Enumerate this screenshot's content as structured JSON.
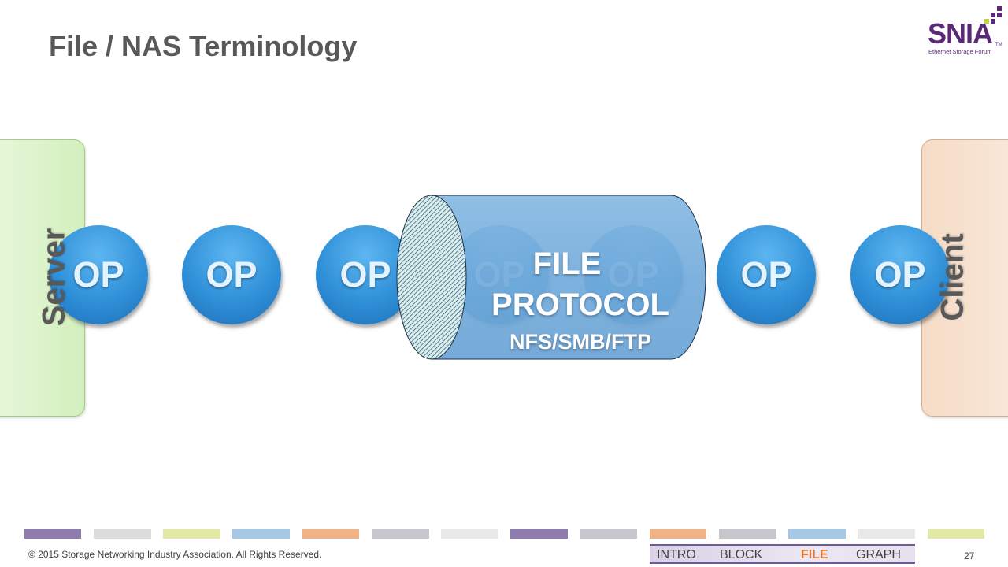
{
  "slide": {
    "title": "File / NAS Terminology",
    "server_label": "Server",
    "client_label": "Client",
    "op_label": "OP",
    "protocol": {
      "line1": "FILE",
      "line2": "PROTOCOL",
      "line3": "NFS/SMB/FTP"
    }
  },
  "logo": {
    "text": "SNIA",
    "tm": "TM",
    "subtitle": "Ethernet Storage Forum"
  },
  "footer": {
    "copyright": "© 2015 Storage Networking Industry Association. All Rights Reserved.",
    "page": "27",
    "nav": [
      "INTRO",
      "BLOCK",
      "FILE",
      "GRAPH"
    ],
    "active_nav": "FILE",
    "bar_colors": [
      "#8e7cae",
      "#dcdcdc",
      "#e2e9a5",
      "#a7c7e7",
      "#f0b386",
      "#c6c6cc",
      "#e9e9e9",
      "#8e7cae",
      "#c6c6cc",
      "#f0b386",
      "#c6c6cc",
      "#a7c7e7",
      "#e9e9e9",
      "#e2e9a5"
    ]
  },
  "colors": {
    "brand": "#5b2a76",
    "op_blue": "#2f90d8",
    "pipe_blue": "#7fb3df",
    "active_nav": "#e8792c"
  }
}
